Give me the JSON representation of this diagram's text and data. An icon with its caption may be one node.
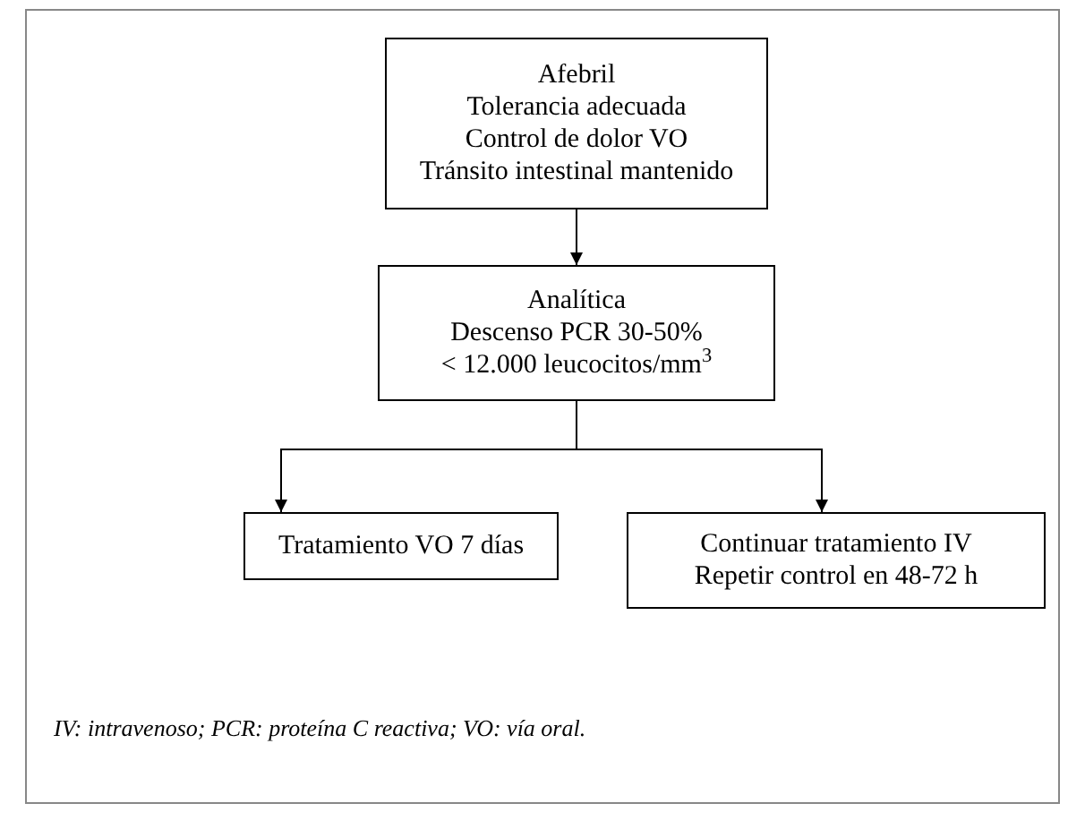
{
  "diagram": {
    "nodes": [
      {
        "text": [
          "Afebril",
          "Tolerancia adecuada",
          "Control de dolor VO",
          "Tránsito intestinal mantenido"
        ]
      },
      {
        "text": [
          "Analítica",
          "Descenso PCR 30-50%",
          "< 12.000 leucocitos/mm$^{3}$"
        ]
      },
      {
        "text": [
          "Tratamiento VO 7 días"
        ]
      },
      {
        "text": [
          "Continuar tratamiento IV",
          "Repetir control en 48-72 h"
        ]
      }
    ],
    "edges": [
      {
        "from": 0,
        "to": 1,
        "arrow": "to"
      },
      {
        "from": 1,
        "to": 2,
        "arrow": "to"
      },
      {
        "from": 1,
        "to": 3,
        "arrow": "to"
      }
    ],
    "labels": [
      "IV: intravenoso; PCR: proteína C reactiva; VO: vía oral."
    ]
  }
}
